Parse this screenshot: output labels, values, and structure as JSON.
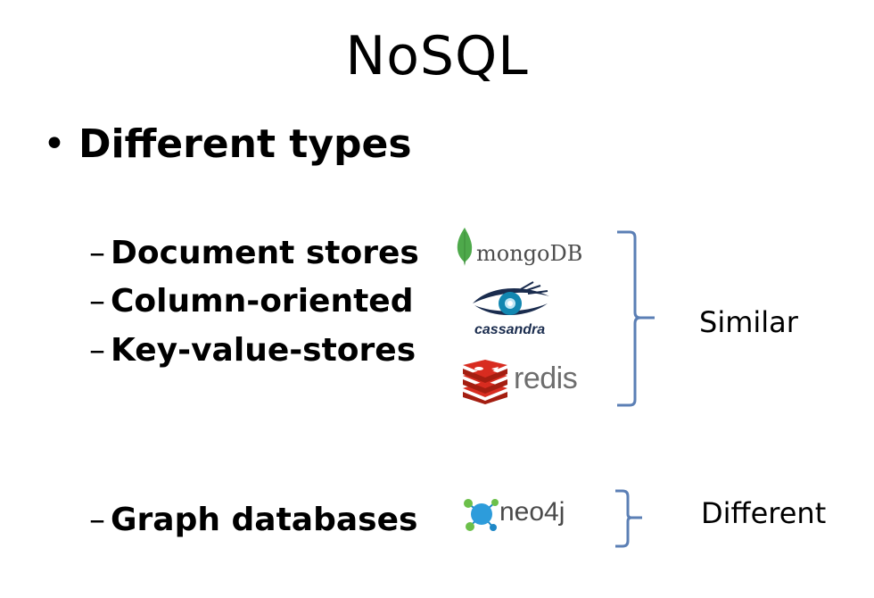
{
  "slide": {
    "title": "NoSQL",
    "bullet": {
      "marker": "•",
      "text": "Different types"
    },
    "items": [
      {
        "dash": "–",
        "text": "Document stores"
      },
      {
        "dash": "–",
        "text": "Column-oriented"
      },
      {
        "dash": "–",
        "text": "Key-value-stores"
      },
      {
        "dash": "–",
        "text": "Graph databases"
      }
    ],
    "group_labels": {
      "similar": "Similar",
      "different": "Different"
    },
    "logos": {
      "mongodb": {
        "icon": "mongodb-leaf-icon",
        "text": "mongoDB",
        "color": "#4ea94b"
      },
      "cassandra": {
        "icon": "cassandra-eye-icon",
        "text": "cassandra",
        "color": "#1287b1"
      },
      "redis": {
        "icon": "redis-cube-icon",
        "text": "redis",
        "color": "#d82c20"
      },
      "neo4j": {
        "icon": "neo4j-graph-icon",
        "text": "neo4j",
        "color": "#2d9cdb"
      }
    },
    "brace_color": "#5b7fb5"
  }
}
